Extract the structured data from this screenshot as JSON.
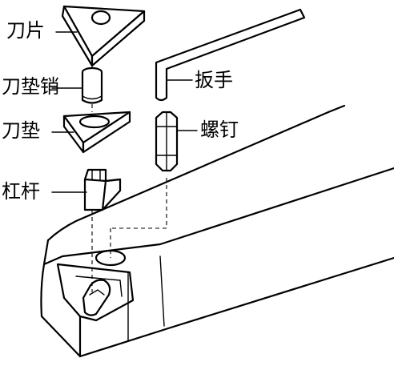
{
  "labels": {
    "blade": "刀片",
    "shim_pin": "刀垫销",
    "shim": "刀垫",
    "lever": "杠杆",
    "wrench": "扳手",
    "screw": "螺钉"
  },
  "colors": {
    "line": "#000000",
    "background": "#ffffff"
  }
}
